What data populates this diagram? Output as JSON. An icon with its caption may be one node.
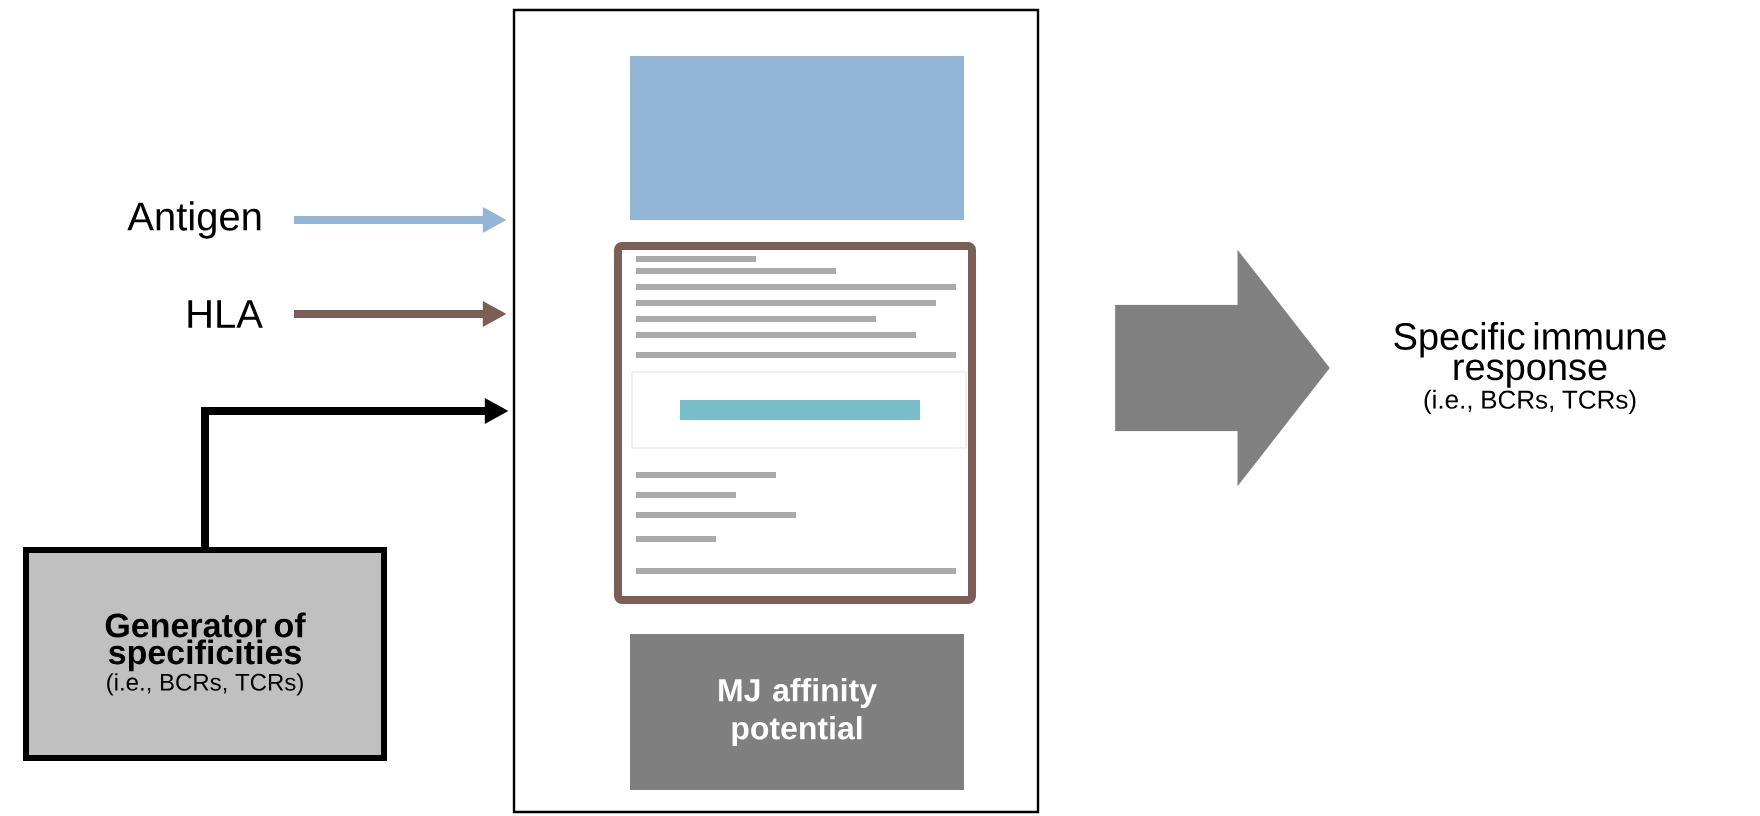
{
  "diagram": {
    "nodes": [
      {
        "text": [
          "Antigen"
        ]
      },
      {
        "text": [
          "HLA"
        ]
      },
      {
        "text": [
          "Generator of specificities",
          "(i.e., BCRs, TCRs)"
        ]
      },
      {
        "text": [],
        "shape": "box"
      },
      {
        "text": [],
        "shape": "box",
        "in": 3
      },
      {
        "text": [],
        "shape": "box",
        "in": 3
      },
      {
        "text": [
          "MJ affinity potential"
        ],
        "in": 3
      },
      {
        "text": [
          "Specific immune response",
          "(i.e., BCRs, TCRs)"
        ]
      }
    ],
    "edges": [
      {
        "from": 0,
        "to": 3,
        "arrow": "to",
        "color": "#93b6d6"
      },
      {
        "from": 1,
        "to": 3,
        "arrow": "to",
        "color": "#7b5f56"
      },
      {
        "from": 2,
        "to": 3,
        "arrow": "to",
        "color": "#000000"
      },
      {
        "from": 3,
        "to": 7,
        "arrow": "to",
        "style": "thick",
        "color": "#808080"
      }
    ]
  }
}
